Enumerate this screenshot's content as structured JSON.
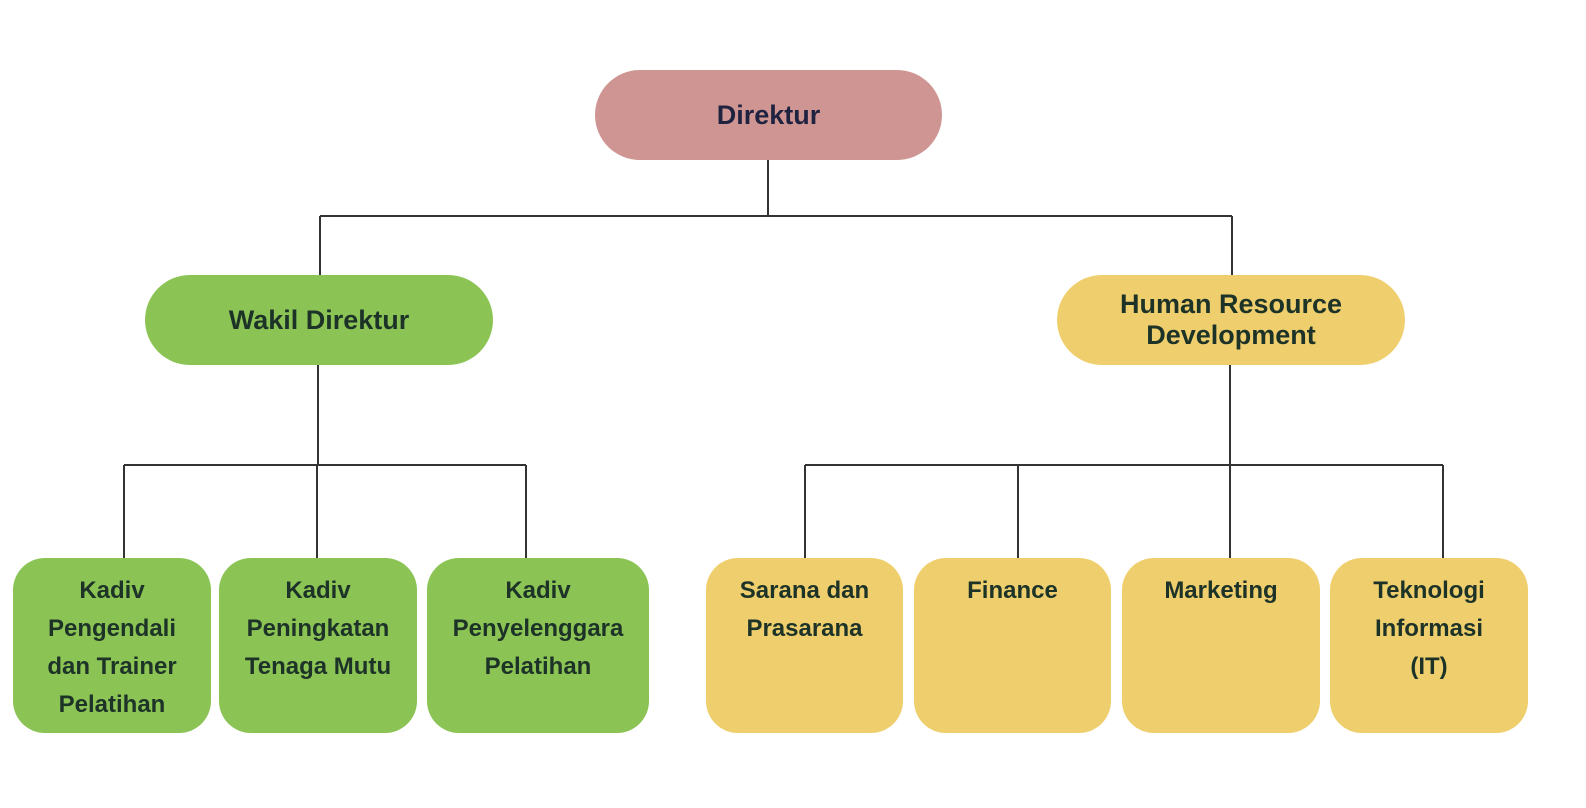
{
  "colors": {
    "director": "#cf9593",
    "operations": "#8bc455",
    "hr": "#efcf6d",
    "line": "#333333"
  },
  "director": {
    "label": "Direktur"
  },
  "deputy": {
    "label": "Wakil Direktur",
    "children": [
      "Kadiv\nPengendali\ndan Trainer\nPelatihan",
      "Kadiv\nPeningkatan\nTenaga Mutu",
      "Kadiv\nPenyelenggara\nPelatihan"
    ]
  },
  "hrd": {
    "label": "Human Resource\nDevelopment",
    "children": [
      "Sarana dan\nPrasarana",
      "Finance",
      "Marketing",
      "Teknologi\nInformasi\n(IT)"
    ]
  }
}
